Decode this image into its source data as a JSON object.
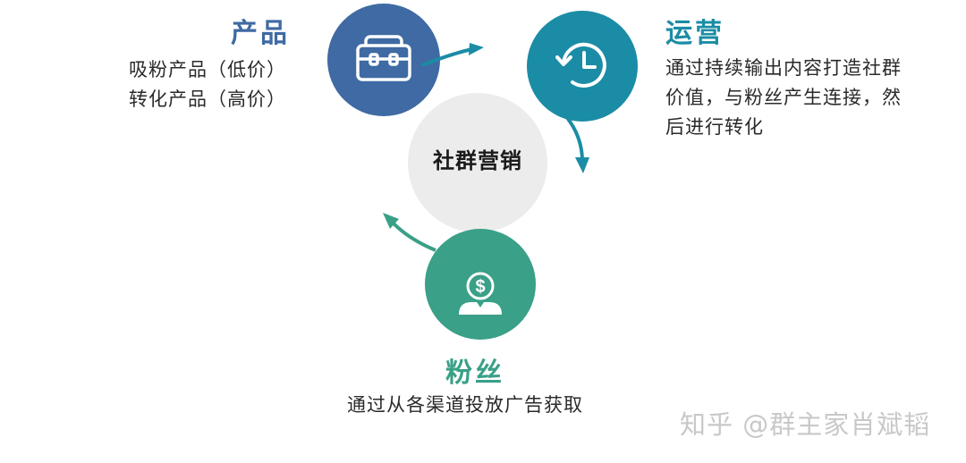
{
  "center": {
    "label": "社群营销"
  },
  "nodes": [
    {
      "key": "product",
      "title": "产品",
      "color": "#3f6aa3",
      "icon": "briefcase-icon",
      "lines": [
        "吸粉产品（低价）",
        "转化产品（高价）"
      ]
    },
    {
      "key": "operation",
      "title": "运营",
      "color": "#1b8ca5",
      "icon": "clock-history-icon",
      "lines": [
        "通过持续输出内容打造社群",
        "价值，与粉丝产生连接，然",
        "后进行转化"
      ]
    },
    {
      "key": "fans",
      "title": "粉丝",
      "color": "#3aa088",
      "icon": "dollar-person-icon",
      "lines": [
        "通过从各渠道投放广告获取"
      ]
    }
  ],
  "watermark": "知乎 @群主家肖斌韬"
}
